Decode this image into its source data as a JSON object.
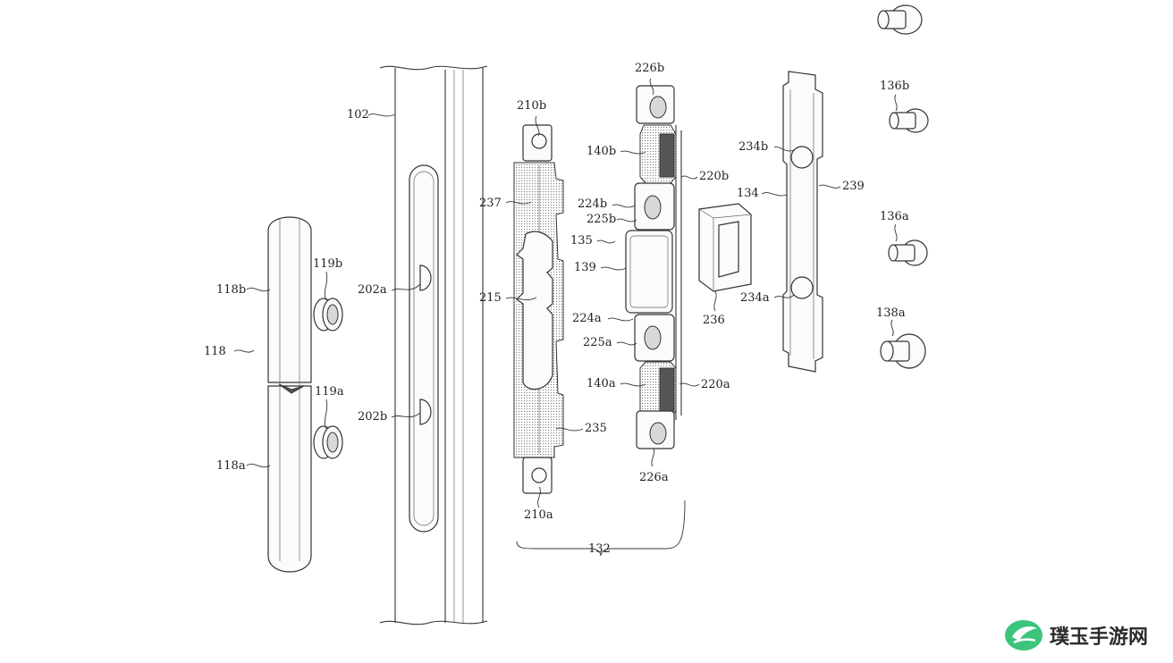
{
  "labels": {
    "l102": "102",
    "l118": "118",
    "l118a": "118a",
    "l118b": "118b",
    "l119a": "119a",
    "l119b": "119b",
    "l202a": "202a",
    "l202b": "202b",
    "l210a": "210a",
    "l210b": "210b",
    "l215": "215",
    "l235": "235",
    "l237": "237",
    "l132": "132",
    "l226a": "226a",
    "l226b": "226b",
    "l140a": "140a",
    "l140b": "140b",
    "l220a": "220a",
    "l220b": "220b",
    "l224a": "224a",
    "l224b": "224b",
    "l225a": "225a",
    "l225b": "225b",
    "l135": "135",
    "l139": "139",
    "l236": "236",
    "l134": "134",
    "l234a": "234a",
    "l234b": "234b",
    "l239": "239",
    "l136a": "136a",
    "l136b": "136b",
    "l138a": "138a"
  },
  "watermark": {
    "text": "璞玉手游网",
    "logo_icon": "leaf-logo-icon",
    "brand_color": "#3cc47c"
  }
}
